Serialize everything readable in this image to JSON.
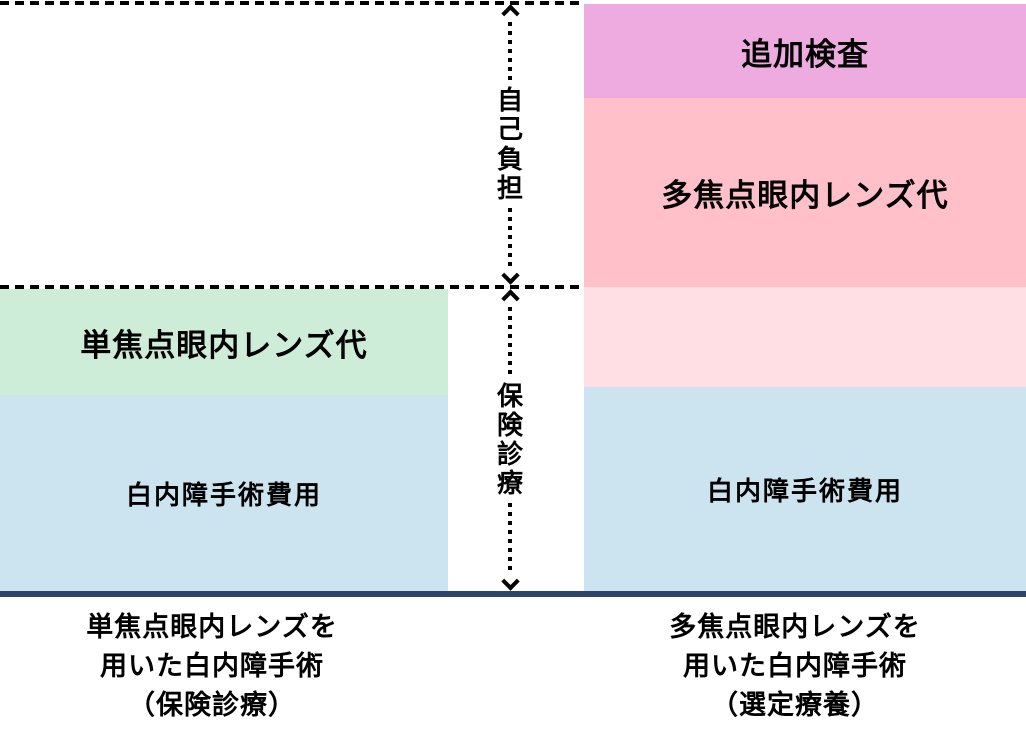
{
  "chart": {
    "left_bar": {
      "segments": {
        "lens": "単焦点眼内レンズ代",
        "surgery": "白内障手術費用"
      },
      "caption": {
        "line1": "単焦点眼内レンズを",
        "line2": "用いた白内障手術",
        "line3": "（保険診療）"
      }
    },
    "right_bar": {
      "segments": {
        "extra_exam": "追加検査",
        "lens": "多焦点眼内レンズ代",
        "surgery": "白内障手術費用"
      },
      "caption": {
        "line1": "多焦点眼内レンズを",
        "line2": "用いた白内障手術",
        "line3": "（選定療養）"
      }
    },
    "brackets": {
      "self_pay": "自己負担",
      "insurance": "保険診療"
    },
    "colors": {
      "extra_exam_purple": "#eeabdf",
      "multifocal_pink": "#ffc0c9",
      "insured_light_pink": "#ffdfe3",
      "monofocal_green": "#cdedd8",
      "surgery_blue": "#cce4ef",
      "baseline_navy": "#2e4468",
      "line_black": "#000000"
    }
  }
}
